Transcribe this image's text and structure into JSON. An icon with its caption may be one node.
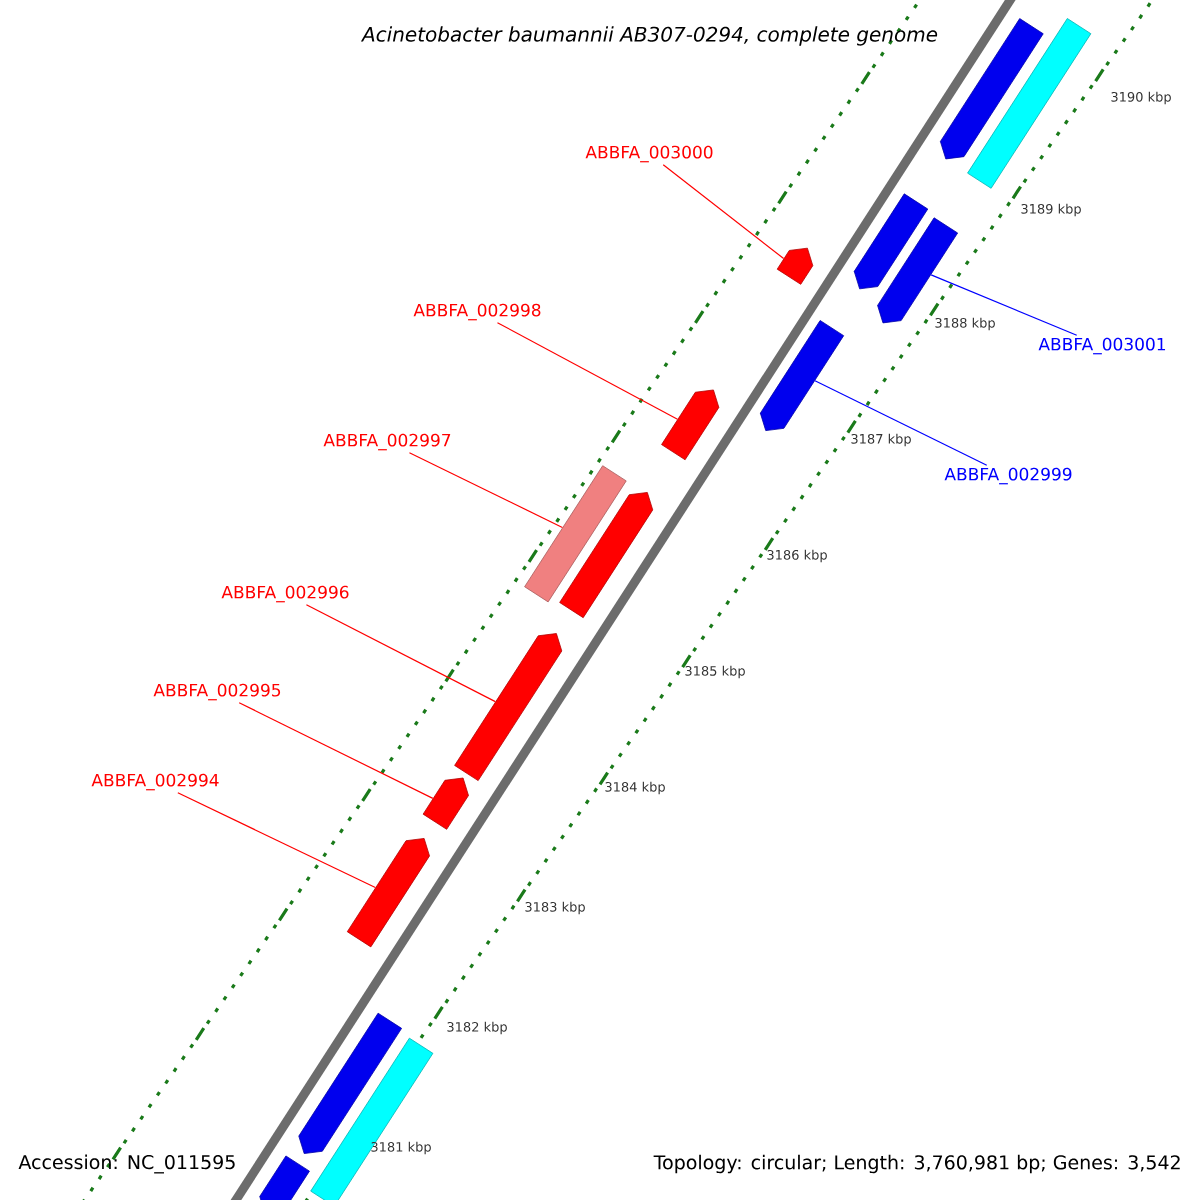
{
  "diagram": {
    "title": "Acinetobacter baumannii AB307-0294, complete genome",
    "nodes": [
      {
        "text": [
          "ABBFA_003000"
        ]
      },
      {
        "text": [
          "ABBFA_003001"
        ]
      },
      {
        "text": [
          "ABBFA_002998"
        ]
      },
      {
        "text": [
          "ABBFA_002999"
        ]
      },
      {
        "text": [
          "ABBFA_002997"
        ]
      },
      {
        "text": [
          "ABBFA_002996"
        ]
      },
      {
        "text": [
          "ABBFA_002995"
        ]
      },
      {
        "text": [
          "ABBFA_002994"
        ]
      },
      {
        "text": [],
        "shape": "pentagon"
      },
      {
        "text": [],
        "shape": "bar"
      },
      {
        "text": [],
        "shape": "pentagon"
      },
      {
        "text": [],
        "shape": "pentagon"
      },
      {
        "text": [],
        "shape": "pentagon"
      },
      {
        "text": [],
        "shape": "pentagon"
      },
      {
        "text": [],
        "shape": "pentagon"
      },
      {
        "text": [],
        "shape": "bar"
      },
      {
        "text": [],
        "shape": "pentagon"
      },
      {
        "text": [],
        "shape": "pentagon"
      },
      {
        "text": [],
        "shape": "pentagon"
      },
      {
        "text": [],
        "shape": "pentagon"
      },
      {
        "text": [],
        "shape": "pentagon"
      },
      {
        "text": [],
        "shape": "bar"
      },
      {
        "text": [],
        "shape": "pentagon"
      }
    ],
    "edges": [
      {
        "from": 0,
        "to": 12,
        "arrow": "none"
      },
      {
        "from": 1,
        "to": 11,
        "arrow": "none",
        "color": "#0000ff"
      },
      {
        "from": 2,
        "to": 14,
        "arrow": "none"
      },
      {
        "from": 3,
        "to": 13,
        "arrow": "none",
        "color": "#0000ff"
      },
      {
        "from": 4,
        "to": 15,
        "arrow": "none"
      },
      {
        "from": 5,
        "to": 17,
        "arrow": "none"
      },
      {
        "from": 6,
        "to": 18,
        "arrow": "none"
      },
      {
        "from": 7,
        "to": 19,
        "arrow": "none"
      }
    ],
    "labels": [
      "3190 kbp",
      "3189 kbp",
      "3188 kbp",
      "3187 kbp",
      "3186 kbp",
      "3185 kbp",
      "3184 kbp",
      "3183 kbp",
      "3182 kbp",
      "3181 kbp",
      "Accession: NC_011595",
      "Topology: circular; Length: 3,760,981 bp; Genes: 3,542"
    ]
  }
}
